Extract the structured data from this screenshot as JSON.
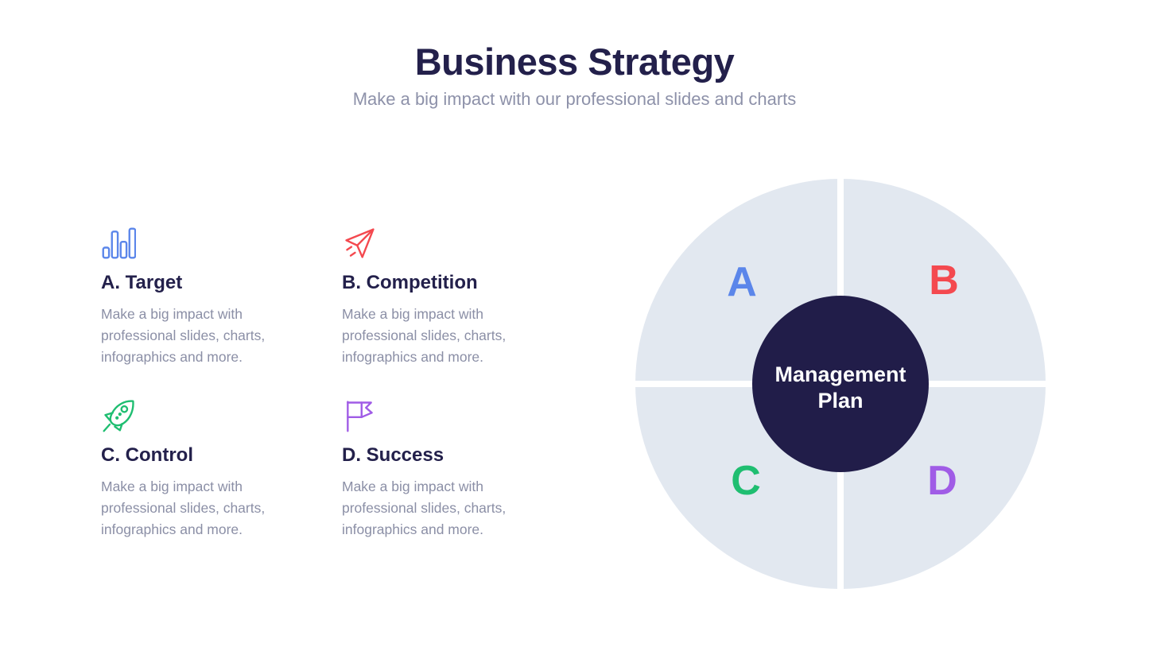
{
  "header": {
    "title": "Business Strategy",
    "subtitle": "Make a big impact with our professional slides and charts"
  },
  "features": [
    {
      "letter": "A",
      "title": "A. Target",
      "description": "Make a big impact with professional slides, charts, infographics and more.",
      "icon": "bar-chart-icon",
      "color": "#5b86ea"
    },
    {
      "letter": "B",
      "title": "B. Competition",
      "description": "Make a big impact with professional slides, charts, infographics and more.",
      "icon": "paper-plane-icon",
      "color": "#f4494f"
    },
    {
      "letter": "C",
      "title": "C. Control",
      "description": "Make a big impact with professional slides, charts, infographics and more.",
      "icon": "rocket-icon",
      "color": "#1fbe71"
    },
    {
      "letter": "D",
      "title": "D. Success",
      "description": "Make a big impact with professional slides, charts, infographics and more.",
      "icon": "flag-icon",
      "color": "#a05ce6"
    }
  ],
  "diagram": {
    "center_label_line1": "Management",
    "center_label_line2": "Plan",
    "center_color": "#211d49",
    "quadrant_color": "#e2e8f0",
    "divider_color": "#ffffff",
    "quadrants": [
      {
        "letter": "A",
        "color": "#5b86ea"
      },
      {
        "letter": "B",
        "color": "#f4494f"
      },
      {
        "letter": "C",
        "color": "#1fbe71"
      },
      {
        "letter": "D",
        "color": "#a05ce6"
      }
    ]
  },
  "colors": {
    "background": "#ffffff",
    "heading": "#23204b",
    "body_text": "#8b8fa6"
  }
}
